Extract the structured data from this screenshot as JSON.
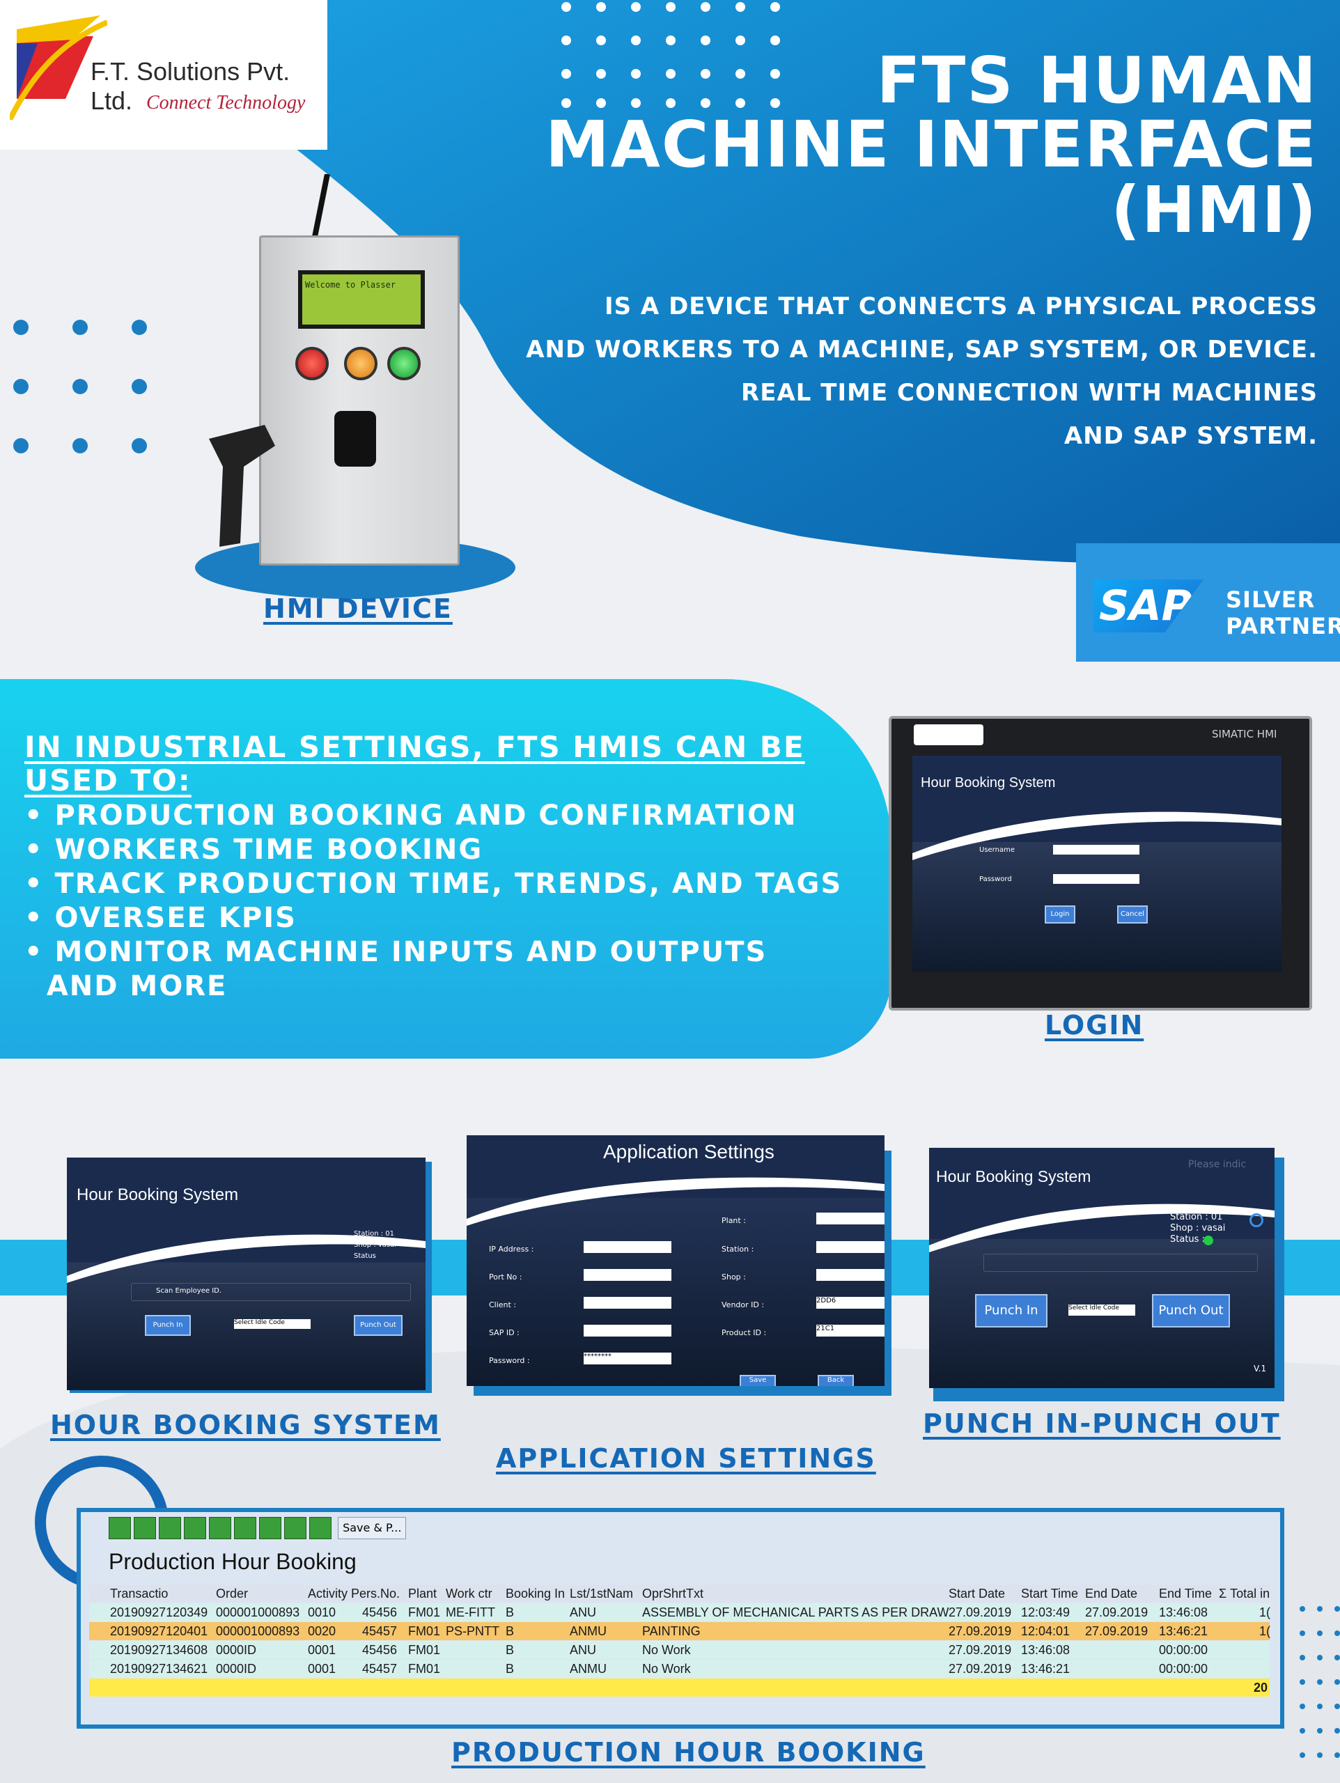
{
  "company": {
    "name": "F.T. Solutions Pvt. Ltd.",
    "tagline": "Connect Technology"
  },
  "header": {
    "title_lines": [
      "FTS HUMAN",
      "MACHINE INTERFACE",
      "(HMI)"
    ],
    "description_lines": [
      "IS A DEVICE THAT CONNECTS A PHYSICAL PROCESS",
      "AND WORKERS TO A MACHINE, SAP SYSTEM, OR DEVICE.",
      "REAL TIME CONNECTION WITH MACHINES",
      "AND SAP SYSTEM."
    ]
  },
  "device": {
    "lcd_text": "Welcome to Plasser",
    "label": "HMI DEVICE"
  },
  "sap_badge": {
    "logo": "SAP",
    "line1": "SILVER",
    "line2": "PARTNER"
  },
  "industrial": {
    "heading_line1": "IN INDUSTRIAL SETTINGS, FTS HMIS CAN BE",
    "heading_line2": "USED TO:",
    "bullets": [
      "• PRODUCTION BOOKING AND CONFIRMATION",
      "• WORKERS TIME BOOKING",
      "• TRACK PRODUCTION TIME, TRENDS, AND TAGS",
      "• OVERSEE KPIS",
      "• MONITOR MACHINE INPUTS AND OUTPUTS",
      "  AND MORE"
    ]
  },
  "login_screen": {
    "brand": "SIMATIC HMI",
    "title": "Hour Booking System",
    "username_label": "Username",
    "password_label": "Password",
    "login_btn": "Login",
    "cancel_btn": "Cancel",
    "label": "LOGIN"
  },
  "hour_booking": {
    "title": "Hour Booking System",
    "station": "Station : 01",
    "shop": "Shop : vasai",
    "status": "Status",
    "scan": "Scan Employee ID.",
    "punch_in": "Punch In",
    "select": "Select Idle Code",
    "punch_out": "Punch Out",
    "label": "HOUR BOOKING SYSTEM"
  },
  "app_settings": {
    "title": "Application Settings",
    "left_fields": [
      "IP Address :",
      "Port No :",
      "Client :",
      "SAP ID :",
      "Password :"
    ],
    "password_value": "********",
    "right_fields": [
      "Plant :",
      "Station :",
      "Shop :",
      "Vendor ID :",
      "Product ID :"
    ],
    "vendor_value": "2DD6",
    "product_value": "21C1",
    "save_btn": "Save",
    "back_btn": "Back",
    "label": "APPLICATION SETTINGS"
  },
  "punch_screen": {
    "title": "Hour Booking System",
    "hint": "Please indic",
    "station": "Station : 01",
    "shop": "Shop : vasai",
    "status": "Status :",
    "punch_in": "Punch In",
    "select": "Select Idle Code",
    "punch_out": "Punch Out",
    "version": "V.1",
    "label": "PUNCH IN-PUNCH OUT"
  },
  "production": {
    "toolbar_save": "Save & P...",
    "title": "Production Hour Booking",
    "columns": [
      "Transactio",
      "Order",
      "Activity",
      "Pers.No.",
      "Plant",
      "Work ctr",
      "Booking In",
      "Lst/1stNam",
      "OprShrtTxt",
      "Start Date",
      "Start Time",
      "End Date",
      "End Time",
      "Σ Total in"
    ],
    "rows": [
      [
        "20190927120349",
        "000001000893",
        "0010",
        "45456",
        "FM01",
        "ME-FITT",
        "B",
        "ANU",
        "ASSEMBLY OF MECHANICAL PARTS AS PER DRAW",
        "27.09.2019",
        "12:03:49",
        "27.09.2019",
        "13:46:08",
        "1("
      ],
      [
        "20190927120401",
        "000001000893",
        "0020",
        "45457",
        "FM01",
        "PS-PNTT",
        "B",
        "ANMU",
        "PAINTING",
        "27.09.2019",
        "12:04:01",
        "27.09.2019",
        "13:46:21",
        "1("
      ],
      [
        "20190927134608",
        "0000ID",
        "0001",
        "45456",
        "FM01",
        "",
        "B",
        "ANU",
        "No Work",
        "27.09.2019",
        "13:46:08",
        "",
        "00:00:00",
        ""
      ],
      [
        "20190927134621",
        "0000ID",
        "0001",
        "45457",
        "FM01",
        "",
        "B",
        "ANMU",
        "No Work",
        "27.09.2019",
        "13:46:21",
        "",
        "00:00:00",
        ""
      ]
    ],
    "total": "20",
    "label": "PRODUCTION HOUR BOOKING"
  },
  "colors": {
    "primary_blue": "#1468b6",
    "cyan": "#19d2ee",
    "header_blue": "#0a6db5"
  }
}
